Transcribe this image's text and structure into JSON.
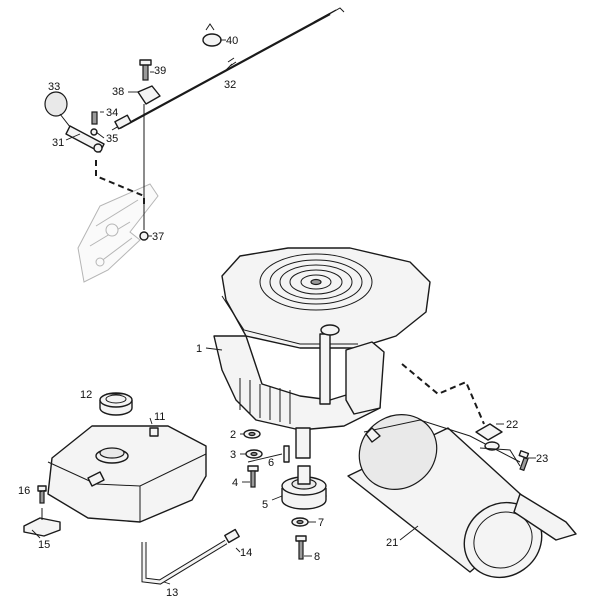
{
  "callouts": {
    "p1": "1",
    "p2": "2",
    "p3": "3",
    "p4": "4",
    "p5": "5",
    "p6": "6",
    "p7": "7",
    "p8": "8",
    "p11": "11",
    "p12": "12",
    "p13": "13",
    "p14": "14",
    "p15": "15",
    "p16": "16",
    "p21": "21",
    "p22": "22",
    "p23": "23",
    "p31": "31",
    "p32": "32",
    "p33": "33",
    "p34": "34",
    "p35": "35",
    "p37": "37",
    "p38": "38",
    "p39": "39",
    "p40": "40"
  },
  "colors": {
    "line": "#1a1a1a",
    "fill": "#f4f4f4",
    "ghost": "#b5b5b5"
  },
  "icons": [
    "engine-icon",
    "fuel-tank-icon",
    "muffler-icon",
    "pulley-icon",
    "throttle-cable-icon"
  ]
}
